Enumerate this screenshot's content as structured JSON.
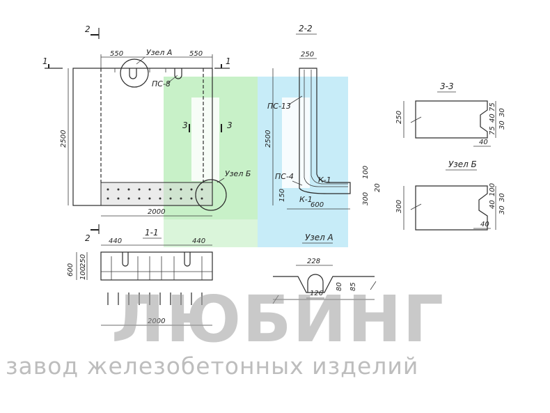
{
  "watermark": {
    "brand": "ЛЮБИНГ",
    "subtitle": "завод железобетонных изделий",
    "colors": {
      "green": "#b6ecb6",
      "blue": "#b4e6f5",
      "text": "#9c9c9c"
    }
  },
  "sections": {
    "s22": "2-2",
    "s33": "3-3",
    "s11": "1-1",
    "uzelA_title": "Узел А",
    "uzelB_title": "Узел Б",
    "cut1": "1",
    "cut2": "2",
    "cut3": "3"
  },
  "labels": {
    "uzelA": "Узел А",
    "uzelB": "Узел Б",
    "ps8": "ПС-8",
    "ps13": "ПС-13",
    "ps4": "ПС-4",
    "k1": "К-1"
  },
  "dims": {
    "top_left": "550",
    "top_right": "550",
    "height": "2500",
    "width": "2000",
    "s11_left": "440",
    "s11_right": "440",
    "s11_h": "600",
    "s11_h1": "250",
    "s11_h2": "100",
    "s11_w": "2000",
    "s22_top": "250",
    "s22_h": "2500",
    "s22_base": "600",
    "s22_r100": "100",
    "s22_r20": "20",
    "s22_r300": "300",
    "s22_l150": "150",
    "s33_h": "250",
    "s33_75a": "75",
    "s33_40": "40",
    "s33_75b": "75",
    "s33_30a": "30",
    "s33_30b": "30",
    "s33_b40": "40",
    "ub_h": "300",
    "ub_100": "100",
    "ub_40": "40",
    "ub_30a": "30",
    "ub_30b": "30",
    "ub_b40": "40",
    "ua_228": "228",
    "ua_80": "80",
    "ua_85": "85",
    "ua_126": "126"
  }
}
